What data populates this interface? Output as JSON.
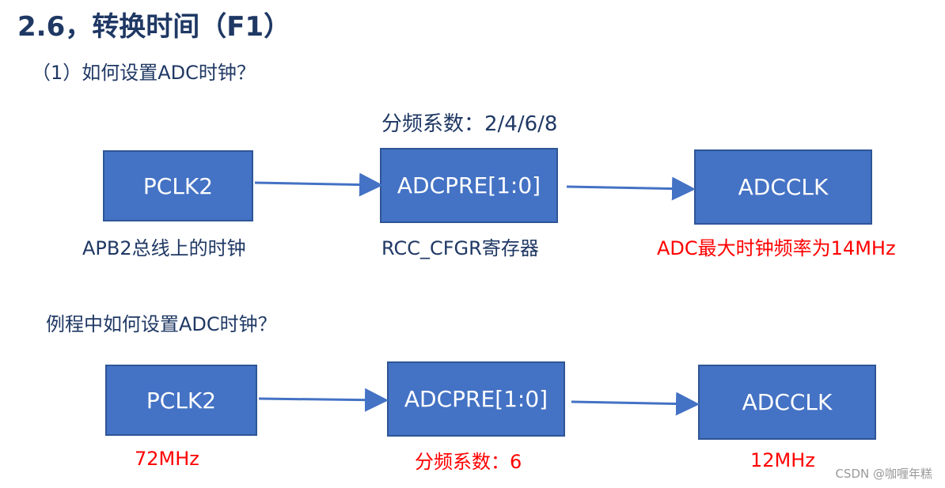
{
  "title": "2.6，转换时间（F1）",
  "subtitle": "（1）如何设置ADC时钟？",
  "top_row": {
    "divider_label": "分频系数：2/4/6/8",
    "box1": "PCLK2",
    "box2": "ADCPRE[1:0]",
    "box3": "ADCCLK",
    "note1": "APB2总线上的时钟",
    "note2": "RCC_CFGR寄存器",
    "note3": "ADC最大时钟频率为14MHz"
  },
  "example_heading": "例程中如何设置ADC时钟？",
  "bottom_row": {
    "box1": "PCLK2",
    "box2": "ADCPRE[1:0]",
    "box3": "ADCCLK",
    "note1": "72MHz",
    "note2": "分频系数：6",
    "note3": "12MHz"
  },
  "watermark": "CSDN @咖喱年糕",
  "colors": {
    "box_fill": "#4472c4",
    "heading": "#1f3864",
    "highlight": "#ff0000"
  }
}
